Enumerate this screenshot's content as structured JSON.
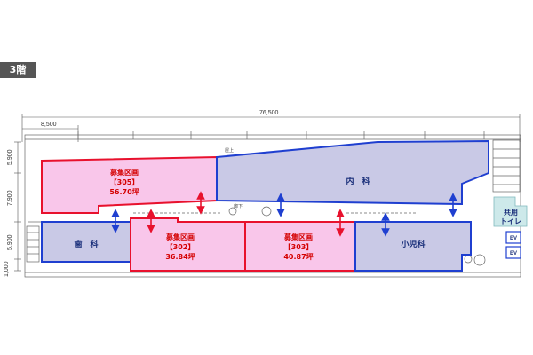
{
  "floor_label": "3階",
  "dimensions": {
    "total_width": "76,500",
    "left_span": "8,500",
    "row1": "5,900",
    "row2": "7,900",
    "row3": "5,900",
    "row4": "1,000"
  },
  "units": [
    {
      "id": "unit-305",
      "line1": "募集区画",
      "line2": "【305】",
      "line3": "56.70坪",
      "status": "available"
    },
    {
      "id": "unit-302",
      "line1": "募集区画",
      "line2": "【302】",
      "line3": "36.84坪",
      "status": "available"
    },
    {
      "id": "unit-303",
      "line1": "募集区画",
      "line2": "【303】",
      "line3": "40.87坪",
      "status": "available"
    }
  ],
  "clinics": {
    "internal": "内　科",
    "dental": "歯　科",
    "pediatric": "小児科"
  },
  "facilities": {
    "toilet_line1": "共用",
    "toilet_line2": "トイレ",
    "ev1": "EV",
    "ev2": "EV",
    "corridor": "廊下",
    "roof": "屋上"
  },
  "colors": {
    "available_fill": "#f9c6ea",
    "available_border": "#e8112d",
    "occupied_fill": "#c9c9e6",
    "occupied_border": "#1f3fd0",
    "toilet_fill": "#cde9ea"
  }
}
